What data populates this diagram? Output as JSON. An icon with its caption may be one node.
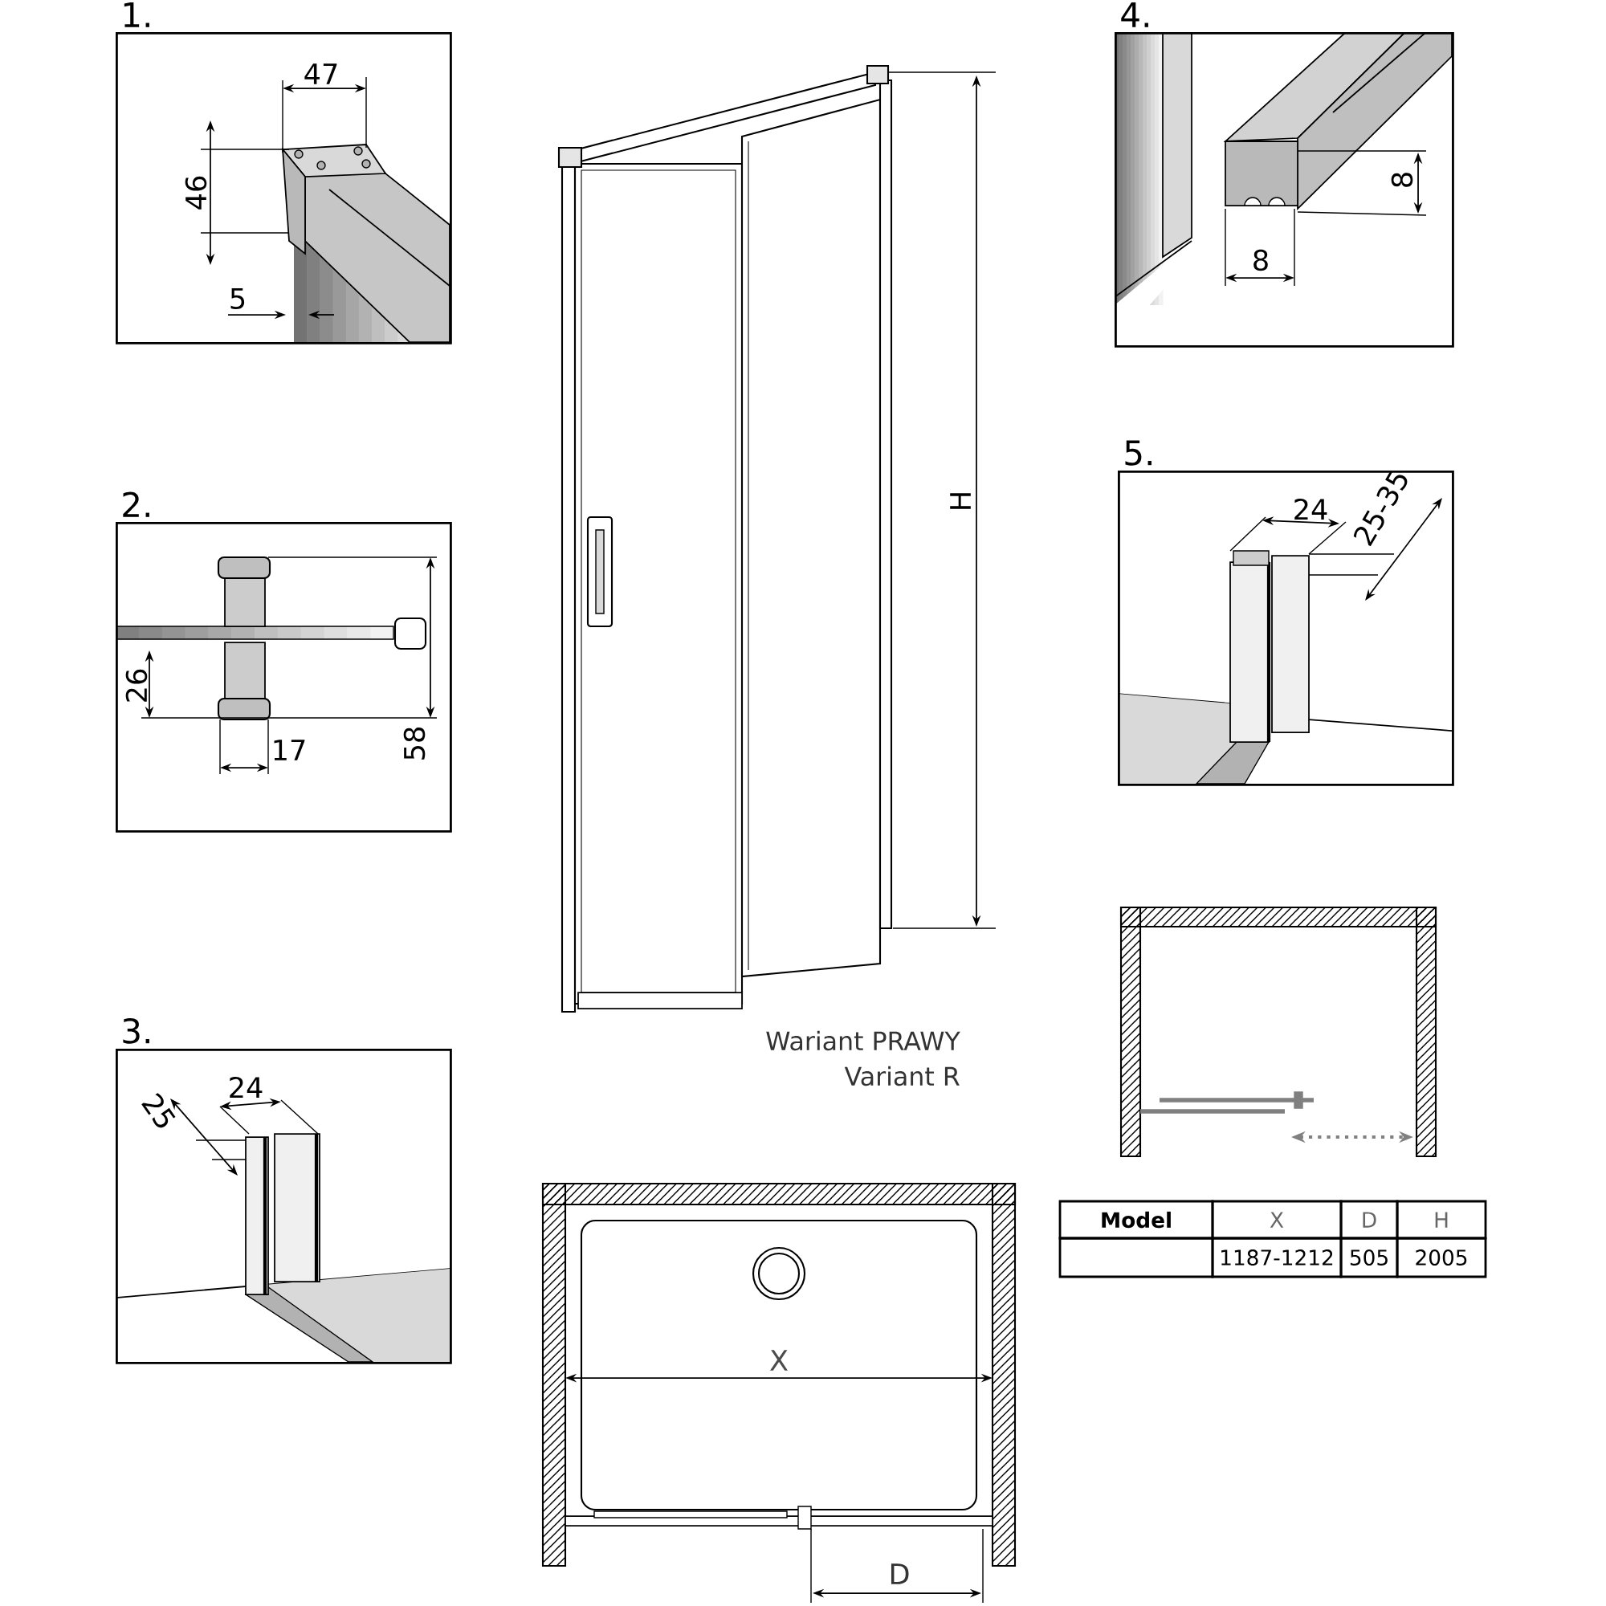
{
  "diagram": {
    "nodes": [
      {
        "text": [
          "1.",
          "47",
          "46",
          "5"
        ]
      },
      {
        "text": [
          "2.",
          "26",
          "17",
          "58"
        ]
      },
      {
        "text": [
          "3.",
          "25",
          "24"
        ]
      },
      {
        "text": [
          "4.",
          "8",
          "8"
        ]
      },
      {
        "text": [
          "5.",
          "24",
          "25-35"
        ]
      }
    ],
    "labels": [
      "H",
      "Wariant PRAWY",
      "Variant R",
      "X",
      "D",
      "Model",
      "X",
      "D",
      "H",
      "1187-1212",
      "505",
      "2005"
    ]
  }
}
